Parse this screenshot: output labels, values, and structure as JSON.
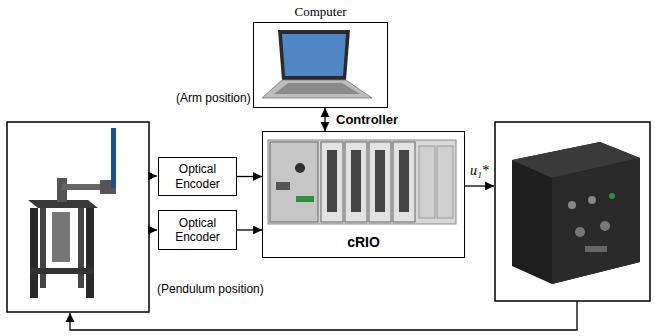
{
  "diagram": {
    "nodes": [
      {
        "text": [
          "Computer"
        ]
      },
      {
        "text": [
          "Optical Encoder"
        ]
      },
      {
        "text": [
          "Optical Encoder"
        ]
      },
      {
        "text": [
          "cRIO"
        ]
      }
    ],
    "edges": [
      {
        "from": 1,
        "to": 3,
        "arrow": "to"
      },
      {
        "from": 2,
        "to": 3,
        "arrow": "to"
      },
      {
        "from": 0,
        "to": 3,
        "arrow": "both",
        "label": "Controller"
      }
    ],
    "labels": [
      "(Arm position)",
      "(Pendulum position)",
      "u₁*"
    ]
  }
}
